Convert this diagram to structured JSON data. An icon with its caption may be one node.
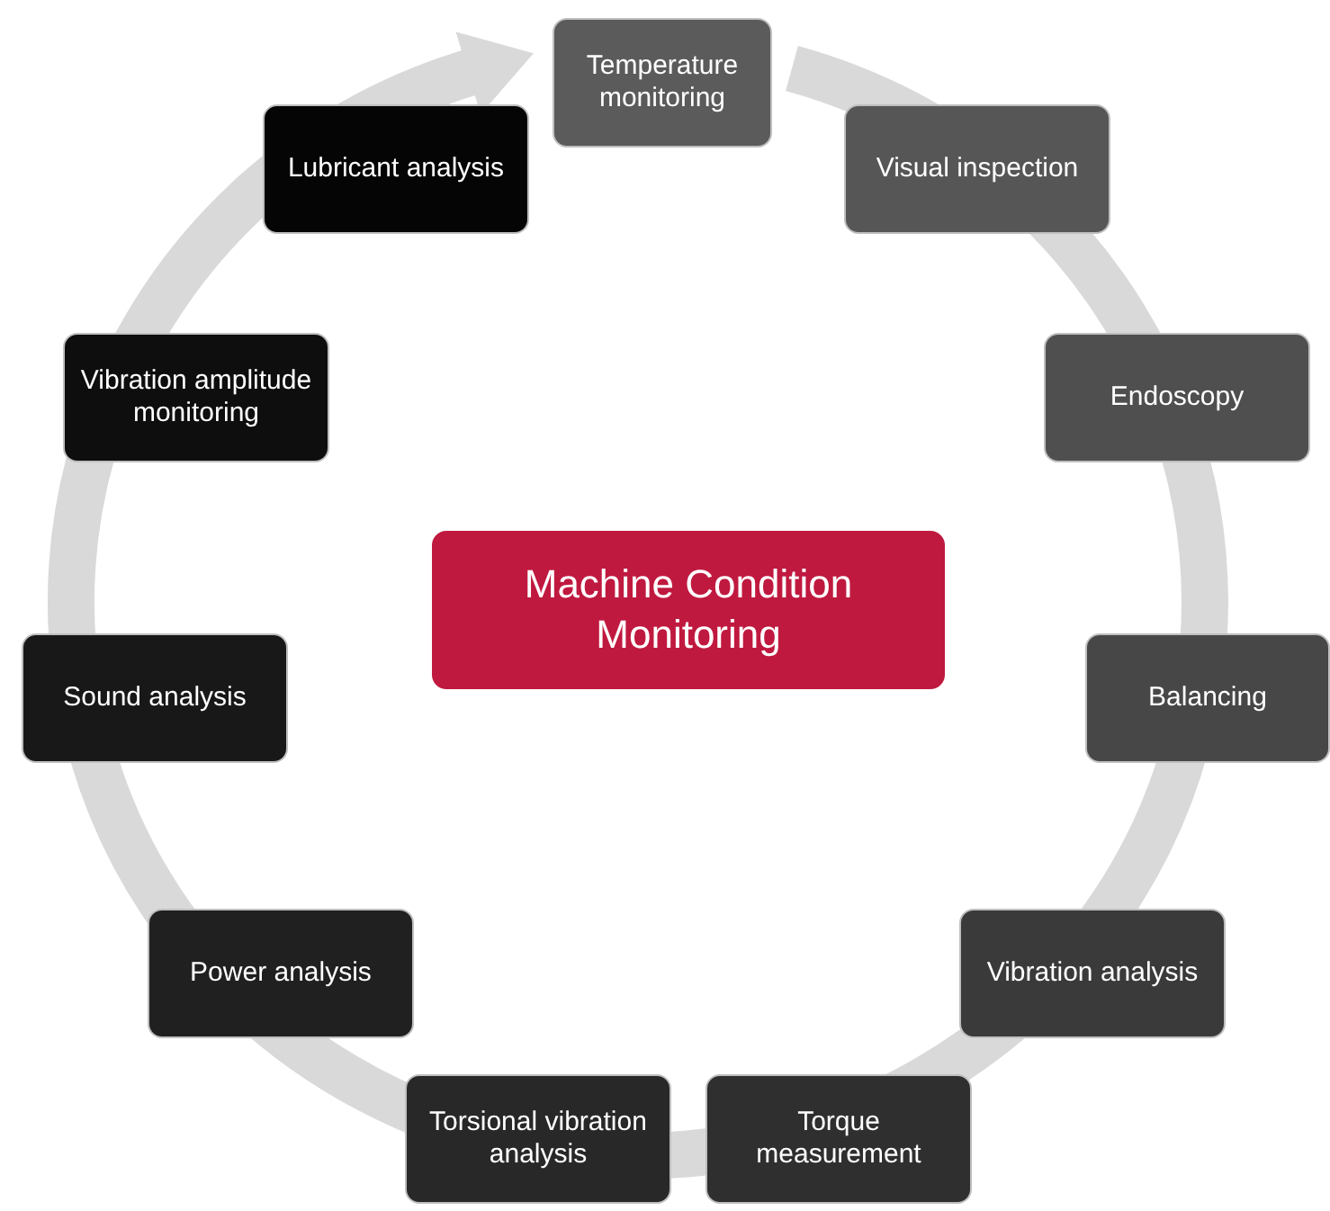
{
  "diagram": {
    "nodes": [
      {
        "text": [
          "Machine Condition Monitoring"
        ]
      },
      {
        "text": [
          "Temperature monitoring"
        ]
      },
      {
        "text": [
          "Visual inspection"
        ]
      },
      {
        "text": [
          "Endoscopy"
        ]
      },
      {
        "text": [
          "Balancing"
        ]
      },
      {
        "text": [
          "Vibration analysis"
        ]
      },
      {
        "text": [
          "Torque measurement"
        ]
      },
      {
        "text": [
          "Torsional vibration analysis"
        ]
      },
      {
        "text": [
          "Power analysis"
        ]
      },
      {
        "text": [
          "Sound analysis"
        ]
      },
      {
        "text": [
          "Vibration amplitude monitoring"
        ]
      },
      {
        "text": [
          "Lubricant analysis"
        ]
      }
    ]
  }
}
